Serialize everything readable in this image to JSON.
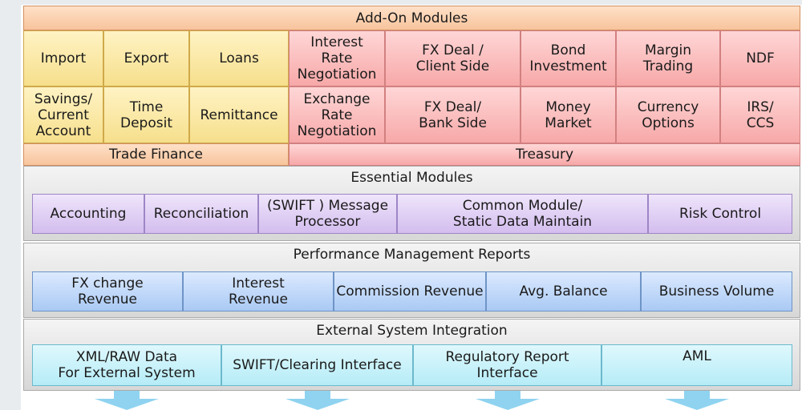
{
  "addon": {
    "title": "Add-On Modules",
    "trade_finance": {
      "label": "Trade Finance",
      "row1": [
        "Import",
        "Export",
        "Loans"
      ],
      "row2": [
        "Savings/\nCurrent\nAccount",
        "Time\nDeposit",
        "Remittance"
      ]
    },
    "treasury": {
      "label": "Treasury",
      "row1": [
        "Interest\nRate\nNegotiation",
        "FX Deal /\nClient Side",
        "Bond\nInvestment",
        "Margin\nTrading",
        "NDF"
      ],
      "row2": [
        "Exchange\nRate\nNegotiation",
        "FX Deal/\nBank Side",
        "Money\nMarket",
        "Currency\nOptions",
        "IRS/\nCCS"
      ]
    }
  },
  "essential": {
    "title": "Essential Modules",
    "items": [
      "Accounting",
      "Reconciliation",
      "(SWIFT ) Message\nProcessor",
      "Common Module/\nStatic Data Maintain",
      "Risk Control"
    ]
  },
  "performance": {
    "title": "Performance Management Reports",
    "items": [
      "FX change\nRevenue",
      "Interest\nRevenue",
      "Commission Revenue",
      "Avg. Balance",
      "Business Volume"
    ]
  },
  "external": {
    "title": "External System Integration",
    "items": [
      "XML/RAW Data\nFor External System",
      "SWIFT/Clearing Interface",
      "Regulatory Report\nInterface",
      "AML"
    ]
  }
}
